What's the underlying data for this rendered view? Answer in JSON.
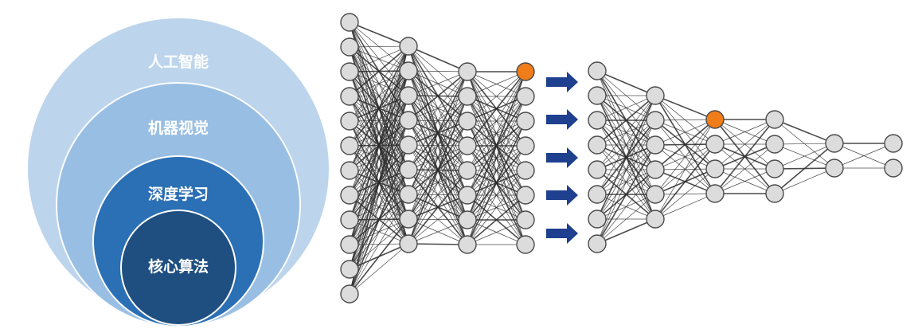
{
  "venn": {
    "rings": [
      {
        "label": "人工智能",
        "color": "#b9d3ec"
      },
      {
        "label": "机器视觉",
        "color": "#98bde3"
      },
      {
        "label": "深度学习",
        "color": "#2b6fb5"
      },
      {
        "label": "核心算法",
        "color": "#1f4f80"
      }
    ]
  },
  "colors": {
    "node_fill": "#dcdcdc",
    "node_stroke": "#4a4a4a",
    "highlight": "#f07d1a",
    "arrow": "#1f3f8f",
    "edge": "#2a2a2a"
  },
  "networks": {
    "left": {
      "layers": [
        12,
        9,
        8,
        8
      ],
      "highlight": {
        "layer": 3,
        "node": 0
      }
    },
    "right": {
      "layers": [
        8,
        6,
        4,
        4,
        2,
        2
      ],
      "highlight": {
        "layer": 2,
        "node": 0
      }
    }
  },
  "arrows": {
    "count": 5,
    "icon": "right-arrow-icon"
  }
}
